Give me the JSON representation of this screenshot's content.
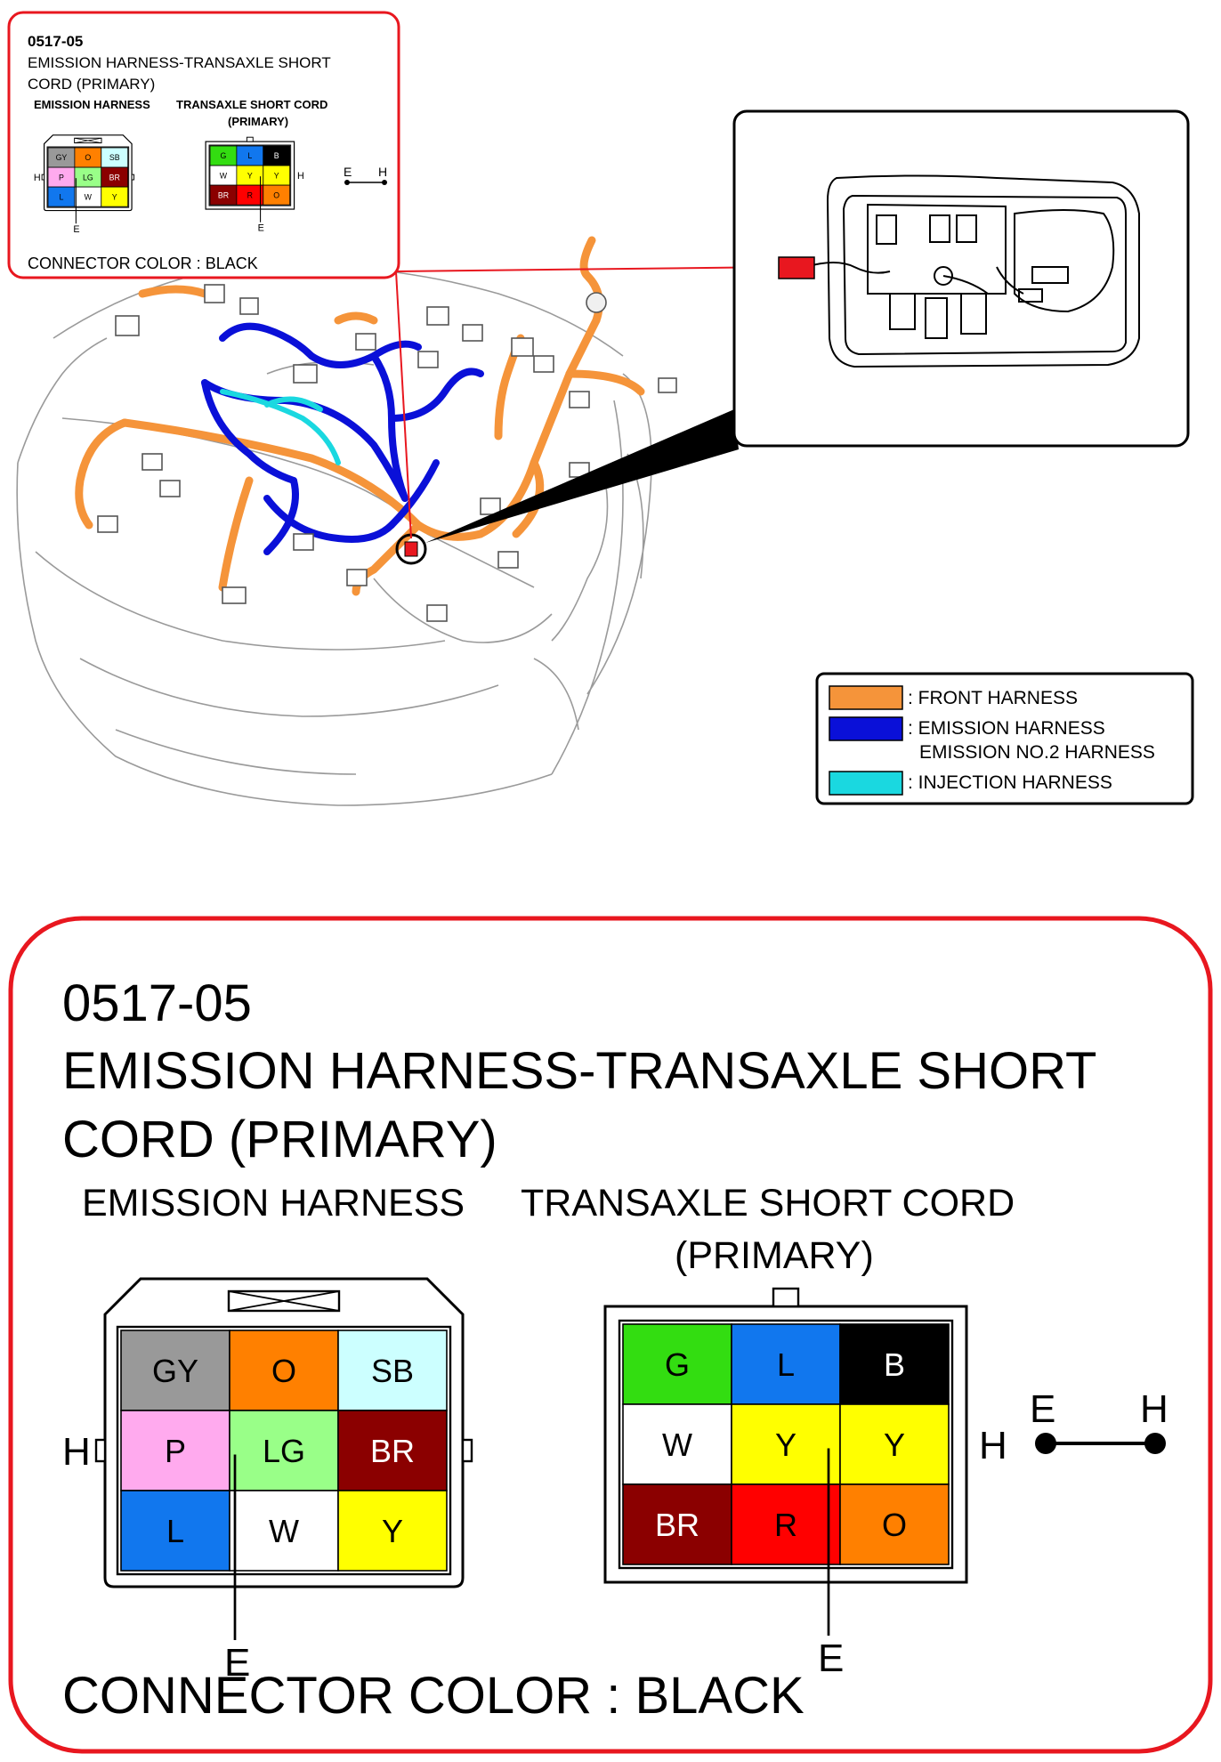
{
  "connector": {
    "code": "0517-05",
    "title_line1": "EMISSION HARNESS-TRANSAXLE SHORT",
    "title_line2": "CORD (PRIMARY)",
    "left_label": "EMISSION HARNESS",
    "right_label_line1": "TRANSAXLE SHORT CORD",
    "right_label_line2": "(PRIMARY)",
    "connector_color": "CONNECTOR COLOR : BLACK",
    "marker_h": "H",
    "marker_e": "E",
    "emission_pins": [
      {
        "label": "GY",
        "color": "#999999",
        "text_color": "#000000"
      },
      {
        "label": "O",
        "color": "#ff8000",
        "text_color": "#000000"
      },
      {
        "label": "SB",
        "color": "#ccffff",
        "text_color": "#000000"
      },
      {
        "label": "P",
        "color": "#ffaaee",
        "text_color": "#000000"
      },
      {
        "label": "LG",
        "color": "#99ff88",
        "text_color": "#000000"
      },
      {
        "label": "BR",
        "color": "#8b0000",
        "text_color": "#ffffff"
      },
      {
        "label": "L",
        "color": "#1177ee",
        "text_color": "#000000"
      },
      {
        "label": "W",
        "color": "#ffffff",
        "text_color": "#000000"
      },
      {
        "label": "Y",
        "color": "#ffff00",
        "text_color": "#000000"
      }
    ],
    "transaxle_pins": [
      {
        "label": "G",
        "color": "#33dd11",
        "text_color": "#000000"
      },
      {
        "label": "L",
        "color": "#1177ee",
        "text_color": "#000000"
      },
      {
        "label": "B",
        "color": "#000000",
        "text_color": "#ffffff"
      },
      {
        "label": "W",
        "color": "#ffffff",
        "text_color": "#000000"
      },
      {
        "label": "Y",
        "color": "#ffff00",
        "text_color": "#000000"
      },
      {
        "label": "Y",
        "color": "#ffff00",
        "text_color": "#000000"
      },
      {
        "label": "BR",
        "color": "#8b0000",
        "text_color": "#ffffff"
      },
      {
        "label": "R",
        "color": "#ff0000",
        "text_color": "#000000"
      },
      {
        "label": "O",
        "color": "#ff8000",
        "text_color": "#000000"
      }
    ]
  },
  "legend": {
    "items": [
      {
        "color": "#f5943a",
        "lines": [
          ": FRONT HARNESS"
        ]
      },
      {
        "color": "#0a10d8",
        "lines": [
          ": EMISSION HARNESS",
          "EMISSION NO.2 HARNESS"
        ]
      },
      {
        "color": "#1ad8e0",
        "lines": [
          ": INJECTION HARNESS"
        ]
      }
    ]
  },
  "colors": {
    "callout_border": "#e8171f",
    "front_harness": "#f5943a",
    "emission_harness": "#0a10d8",
    "injection_harness": "#1ad8e0"
  }
}
